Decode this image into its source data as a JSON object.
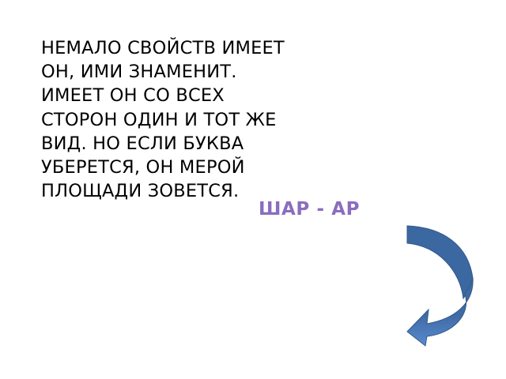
{
  "slide": {
    "riddle_lines": [
      "НЕМАЛО СВОЙСТВ ИМЕЕТ",
      "ОН, ИМИ ЗНАМЕНИТ.",
      "ИМЕЕТ ОН СО ВСЕХ",
      "СТОРОН ОДИН И ТОТ ЖЕ",
      "ВИД. НО ЕСЛИ БУКВА",
      "УБЕРЕТСЯ, ОН МЕРОЙ",
      "ПЛОЩАДИ ЗОВЕТСЯ."
    ],
    "answer": "ШАР - АР",
    "arrow_icon": "curved-arrow-left",
    "colors": {
      "text": "#000000",
      "answer": "#8a6dbf",
      "arrow_fill_top": "#3d6aa3",
      "arrow_fill_bottom": "#5585c8",
      "arrow_stroke": "#34598a"
    }
  }
}
